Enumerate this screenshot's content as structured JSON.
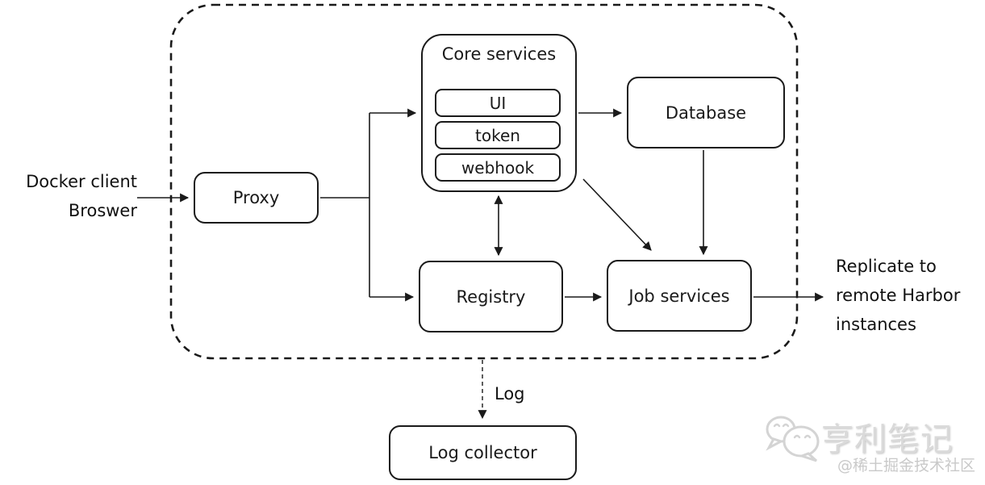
{
  "diagram": {
    "nodes": {
      "proxy": "Proxy",
      "core_services": "Core services",
      "ui": "UI",
      "token": "token",
      "webhook": "webhook",
      "database": "Database",
      "registry": "Registry",
      "job_services": "Job services",
      "log_collector": "Log collector"
    },
    "external_labels": {
      "docker_client_line1": "Docker client",
      "docker_client_line2": "Broswer",
      "replicate_line1": "Replicate to",
      "replicate_line2": "remote Harbor",
      "replicate_line3": "instances"
    },
    "edge_labels": {
      "log": "Log"
    },
    "colors": {
      "line": "#1a1a1a",
      "background": "#ffffff",
      "watermark": "#dadada"
    }
  },
  "watermark": {
    "title": "亨利笔记",
    "subtitle": "@稀土掘金技术社区"
  }
}
